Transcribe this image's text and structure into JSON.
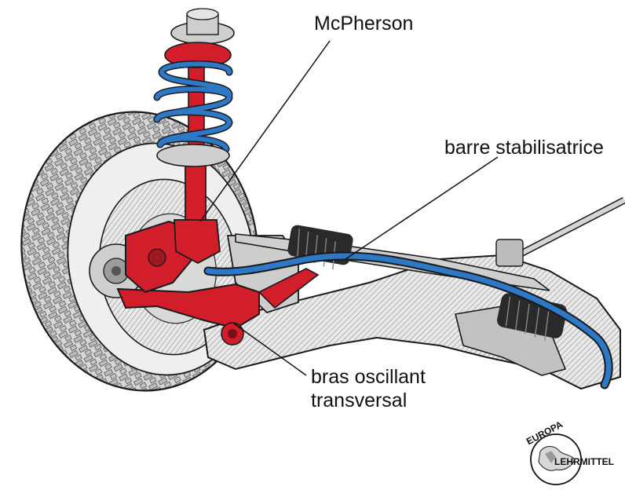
{
  "labels": {
    "mcpherson": "McPherson",
    "stabilizer": "barre stabilisatrice",
    "arm_line1": "bras oscillant",
    "arm_line2": "transversal"
  },
  "logo": {
    "top": "EUROPA",
    "bottom": "LEHRMITTEL"
  },
  "colors": {
    "red": "#d21d2b",
    "blue": "#2e78c8",
    "metal": "#b9b9b9",
    "tire": "#c8c8c8",
    "outline": "#1a1a1a"
  }
}
